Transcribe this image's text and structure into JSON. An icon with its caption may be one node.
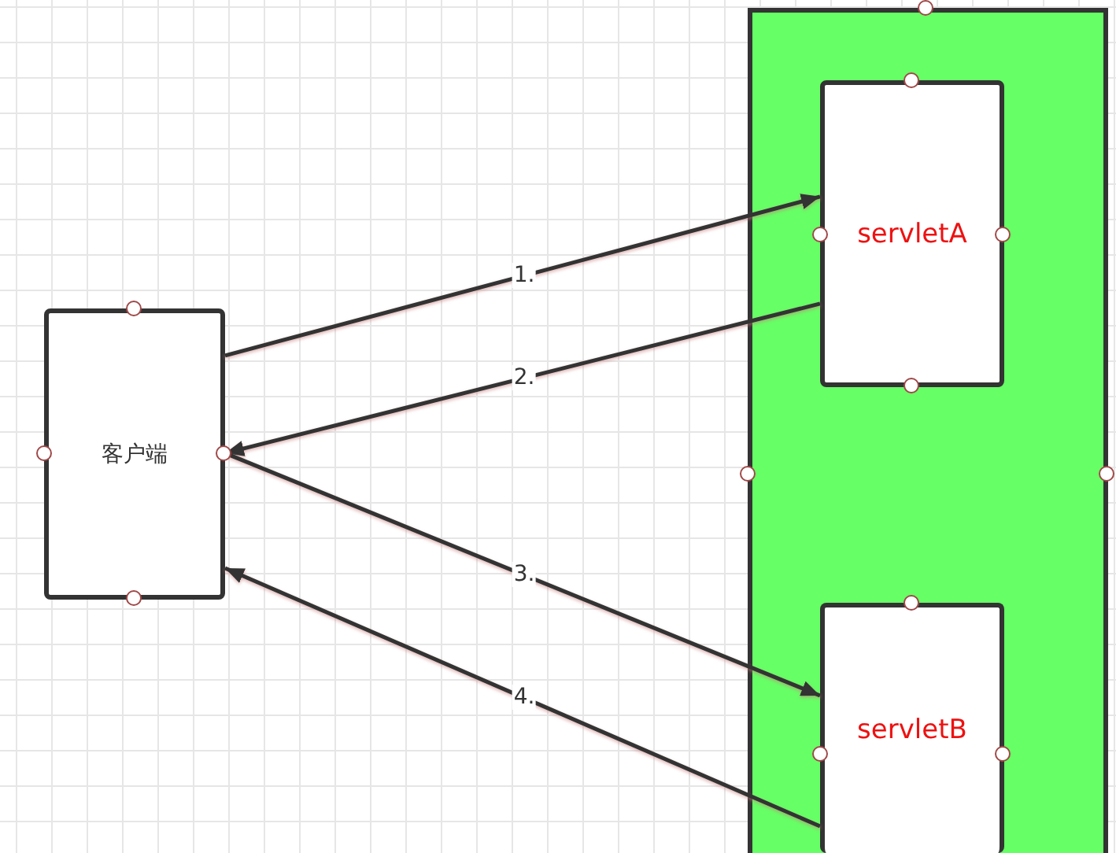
{
  "diagram": {
    "nodes": [
      {
        "text": [
          "客户端"
        ]
      },
      {
        "text": [],
        "shape": "box"
      },
      {
        "text": [
          "servletA"
        ],
        "in": 1
      },
      {
        "text": [
          "servletB"
        ],
        "in": 1
      }
    ],
    "edges": [
      {
        "from": 0,
        "to": 2,
        "arrow": "to",
        "label": "1."
      },
      {
        "from": 2,
        "to": 0,
        "arrow": "to",
        "label": "2."
      },
      {
        "from": 0,
        "to": 3,
        "arrow": "to",
        "label": "3."
      },
      {
        "from": 3,
        "to": 0,
        "arrow": "to",
        "label": "4."
      }
    ]
  }
}
